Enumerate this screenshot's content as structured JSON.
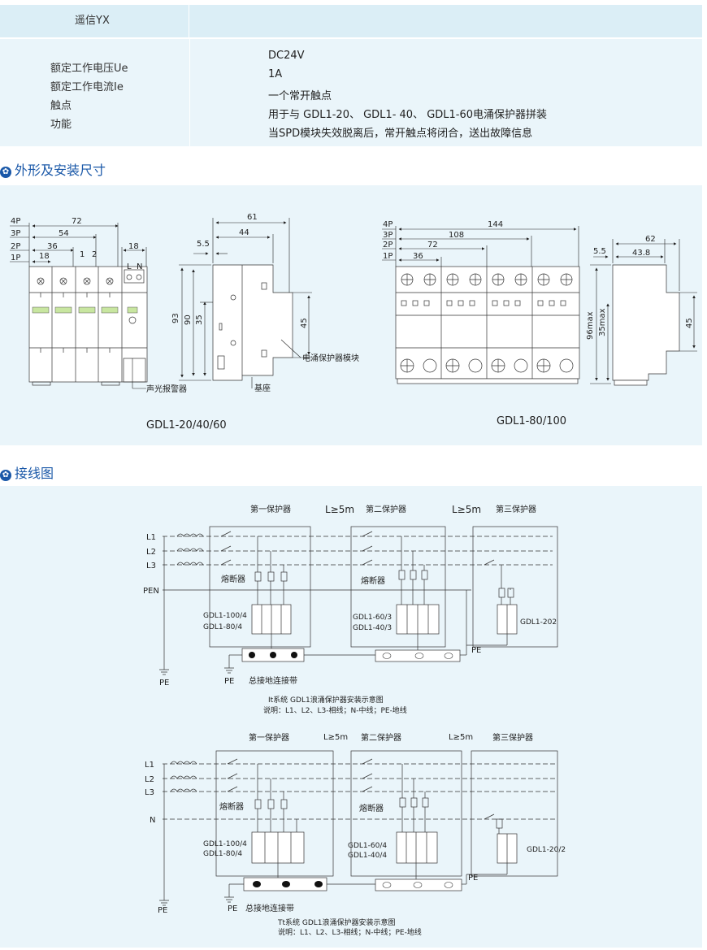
{
  "spec_table": {
    "header": "遥信YX",
    "labels": [
      "额定工作电压Ue",
      "额定工作电流Ie",
      "触点",
      "功能"
    ],
    "values": [
      "DC24V",
      "1A",
      "一个常开触点",
      "用于与 GDL1-20、 GDL1- 40、 GDL1-60电涌保护器拼装",
      "当SPD模块失效脱离后，常开触点将闭合，送出故障信息"
    ]
  },
  "dimensions_section": {
    "title": "外形及安装尺寸",
    "left_drawing": {
      "poles": [
        "4P",
        "3P",
        "2P",
        "1P"
      ],
      "widths": [
        "72",
        "54",
        "36",
        "18"
      ],
      "module_width": "18",
      "terminals": [
        "1",
        "2"
      ],
      "ln": [
        "L",
        "N"
      ],
      "side_dims": [
        "61",
        "44",
        "5.5",
        "93",
        "90",
        "35",
        "45"
      ],
      "labels": {
        "module": "电涌保护器模块",
        "alarm": "声光报警器",
        "base": "基座"
      },
      "model": "GDL1-20/40/60"
    },
    "right_drawing": {
      "poles": [
        "4P",
        "3P",
        "2P",
        "1P"
      ],
      "widths": [
        "144",
        "108",
        "72",
        "36"
      ],
      "side_dims": [
        "62",
        "43.8",
        "5.5",
        "96max",
        "35max",
        "45"
      ],
      "model": "GDL1-80/100"
    }
  },
  "wiring_section": {
    "title": "接线图",
    "diagram1": {
      "protectors": [
        "第一保护器",
        "第二保护器",
        "第三保护器"
      ],
      "distances": [
        "L≥5m",
        "L≥5m"
      ],
      "lines": [
        "L1",
        "L2",
        "L3",
        "PEN"
      ],
      "fuse_label": "熔断器",
      "models1": [
        "GDL1-100/4",
        "GDL1-80/4"
      ],
      "models2": [
        "GDL1-60/3",
        "GDL1-40/3"
      ],
      "model3": "GDL1-202",
      "pe": "PE",
      "bus": "总接地连接带",
      "caption": [
        "It系统 GDL1浪涌保护器安装示意图",
        "说明：L1、L2、L3-相线；N-中线；PE-地线"
      ]
    },
    "diagram2": {
      "protectors": [
        "第一保护器",
        "第二保护器",
        "第三保护器"
      ],
      "distances": [
        "L≥5m",
        "L≥5m"
      ],
      "lines": [
        "L1",
        "L2",
        "L3",
        "N"
      ],
      "fuse_label": "熔断器",
      "models1": [
        "GDL1-100/4",
        "GDL1-80/4"
      ],
      "models2": [
        "GDL1-60/4",
        "GDL1-40/4"
      ],
      "model3": "GDL1-20/2",
      "pe": "PE",
      "bus": "总接地连接带",
      "caption": [
        "Tt系统 GDL1浪涌保护器安装示意图",
        "说明：L1、L2、L3-相线；N-中线；PE-地线"
      ]
    }
  },
  "colors": {
    "accent": "#1a58a8",
    "panel": "#eaf5fa",
    "header": "#dbeef6",
    "highlight": "#c8e6a0"
  }
}
